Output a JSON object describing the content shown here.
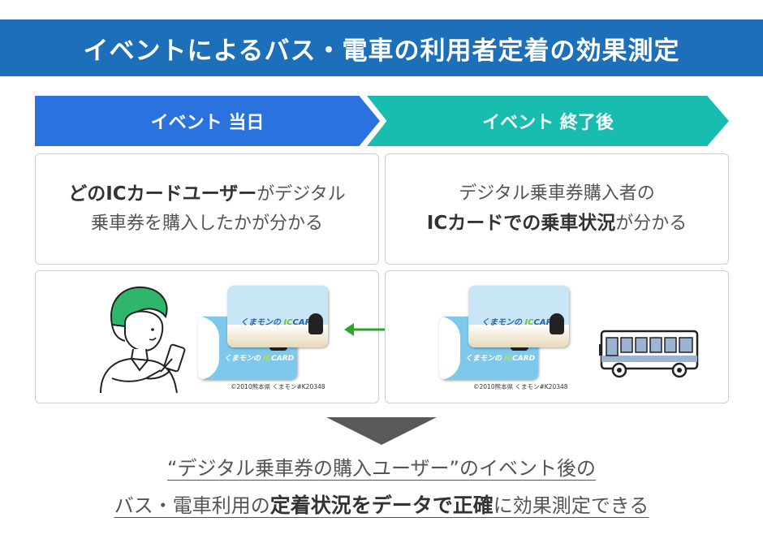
{
  "title": "イベントによるバス・電車の利用者定着の効果測定",
  "steps": [
    {
      "label": "イベント 当日"
    },
    {
      "label": "イベント 終了後"
    }
  ],
  "left_box": {
    "line1_bold": "どのICカードユーザー",
    "line1_rest": "がデジタル",
    "line2": "乗車券を購入したかが分かる"
  },
  "right_box": {
    "line1": "デジタル乗車券購入者の",
    "line2_bold": "ICカードでの乗車状況",
    "line2_rest": "が分かる"
  },
  "card": {
    "name_text": "くまモン",
    "name_small": "の",
    "ic_text": "IC",
    "card_text": "CARD",
    "copyright": "©2010熊本県 くまモン#K20348"
  },
  "colors": {
    "title_bg": "#1c6fb8",
    "step1": "#2a73de",
    "step2": "#19bdb0",
    "double_arrow": "#2aa52a",
    "person_hair": "#2fb66a"
  },
  "conclusion": {
    "line1": "“デジタル乗車券の購入ユーザー”のイベント後の",
    "line2_a": "バス・電車利用の",
    "line2_b": "定着状況をデータで",
    "line2_c": "正確",
    "line2_d": "に効果測定できる"
  }
}
